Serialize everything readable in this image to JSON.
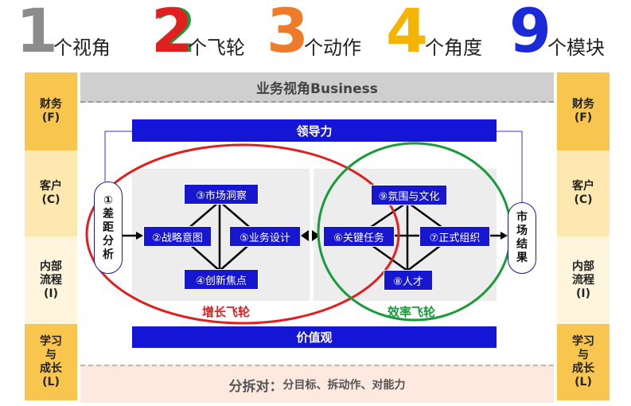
{
  "header": {
    "items": [
      {
        "number": "1",
        "label": "个视角",
        "color": "#8c8c8c"
      },
      {
        "number": "2",
        "label": "个飞轮",
        "color": "#e02020",
        "shadow": "#1a9a3a"
      },
      {
        "number": "3",
        "label": "个动作",
        "color": "#ee7b2a"
      },
      {
        "number": "4",
        "label": "个角度",
        "color": "#f4b400"
      },
      {
        "number": "9",
        "label": "个模块",
        "color": "#1a2ad8"
      }
    ]
  },
  "left_column": [
    "财务\n(F)",
    "客户\n(C)",
    "内部\n流程\n(I)",
    "学习\n与\n成长\n(L)"
  ],
  "right_column": [
    "财务\n(F)",
    "客户\n(C)",
    "内部\n流程\n(I)",
    "学习\n与\n成长\n(L)"
  ],
  "top_band": "业务视角Business",
  "bottom_band": {
    "prefix": "分拆对：",
    "text": "分目标、拆动作、对能力"
  },
  "leadership": "领导力",
  "values": "价值观",
  "gap_analysis": "①\n差\n距\n分\n析",
  "market_result": "市\n场\n结\n果",
  "growth_flywheel": {
    "label": "增长飞轮",
    "nodes": {
      "insight": "③市场洞察",
      "strategy": "②战略意图",
      "design": "⑤业务设计",
      "innovation": "④创新焦点"
    }
  },
  "efficiency_flywheel": {
    "label": "效率飞轮",
    "nodes": {
      "culture": "⑨氛围与文化",
      "tasks": "⑥关键任务",
      "org": "⑦正式组织",
      "talent": "⑧人才"
    }
  },
  "colors": {
    "side_light": "#fde9b0",
    "side_dark": "#f8c54f",
    "bar_blue": "#1515d8",
    "growth_red": "#e02020",
    "efficiency_green": "#1a9a3a"
  }
}
